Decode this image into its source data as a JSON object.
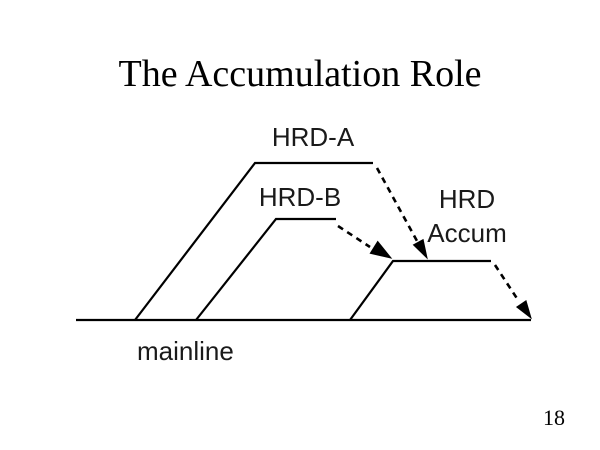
{
  "slide": {
    "title": "The Accumulation Role",
    "page_number": "18"
  },
  "diagram": {
    "branch_a_label": "HRD-A",
    "branch_b_label": "HRD-B",
    "accum_label_line1": "HRD",
    "accum_label_line2": "Accum",
    "mainline_label": "mainline",
    "line_color": "#000000",
    "background_color": "#ffffff"
  }
}
